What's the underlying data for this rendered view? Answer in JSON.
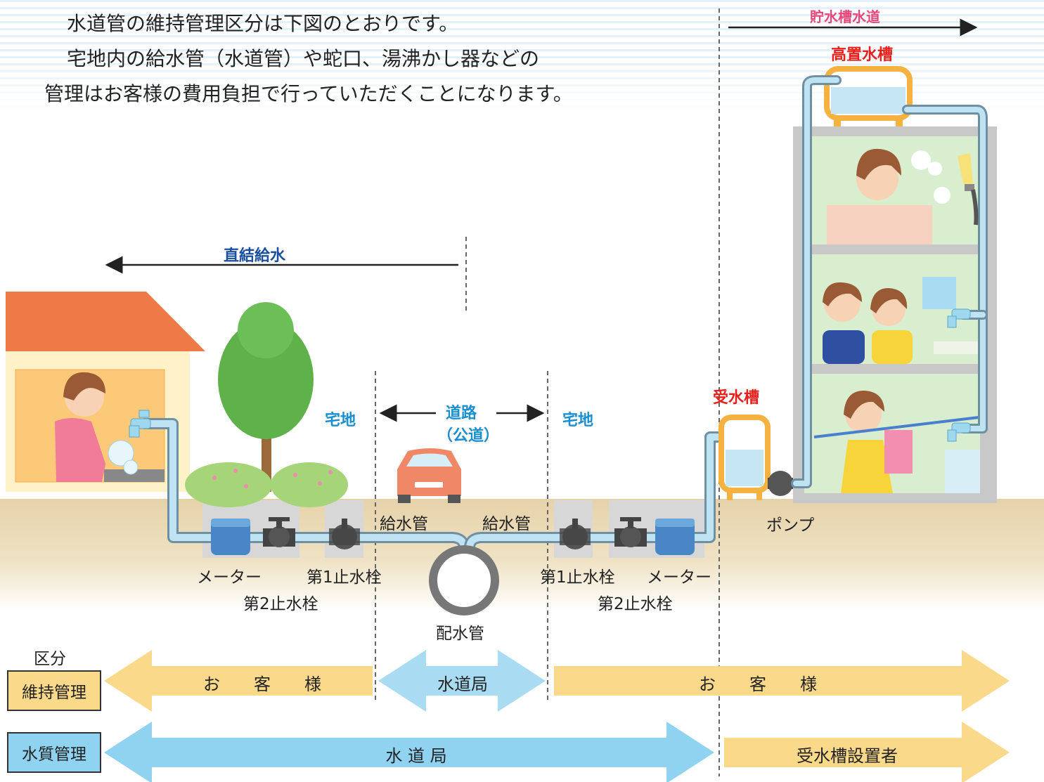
{
  "intro": {
    "line1": "水道管の維持管理区分は下図のとおりです。",
    "line2": "宅地内の給水管（水道管）や蛇口、湯沸かし器などの",
    "line3": "管理はお客様の費用負担で行っていただくことになります。"
  },
  "supply_types": {
    "direct": "直結給水",
    "tank": "貯水槽水道"
  },
  "tank_labels": {
    "high_tank": "高置水槽",
    "receiving_tank": "受水槽",
    "pump": "ポンプ"
  },
  "zones": {
    "left_private": "宅地",
    "road_line1": "道路",
    "road_line2": "（公道）",
    "right_private": "宅地"
  },
  "pipe_labels": {
    "service_left": "給水管",
    "service_right": "給水管",
    "main": "配水管"
  },
  "fixtures": {
    "meter_left": "メーター",
    "stop2_left": "第2止水栓",
    "stop1_left": "第1止水栓",
    "stop1_right": "第1止水栓",
    "meter_right": "メーター",
    "stop2_right": "第2止水栓"
  },
  "legend": {
    "heading": "区分",
    "maintenance": "維持管理",
    "quality": "水質管理"
  },
  "bands": {
    "maint_left": "お　　客　　様",
    "maint_center": "水道局",
    "maint_right": "お　　客　　様",
    "quality_left": "水 道 局",
    "quality_right": "受水槽設置者"
  },
  "colors": {
    "customer_band": "#fbd98a",
    "bureau_band": "#a9dcf3",
    "quality_band": "#8fd3f1",
    "pipe": "#bfe3f3",
    "roof": "#ee7a47",
    "label_blue": "#1a8fd0",
    "label_red": "#e8201b",
    "label_pink": "#e8457a"
  },
  "icons": {
    "faucet": "faucet-icon",
    "valve": "valve-icon",
    "meter": "water-meter-icon",
    "car": "car-icon",
    "tree": "tree-icon",
    "pump": "pump-icon"
  }
}
